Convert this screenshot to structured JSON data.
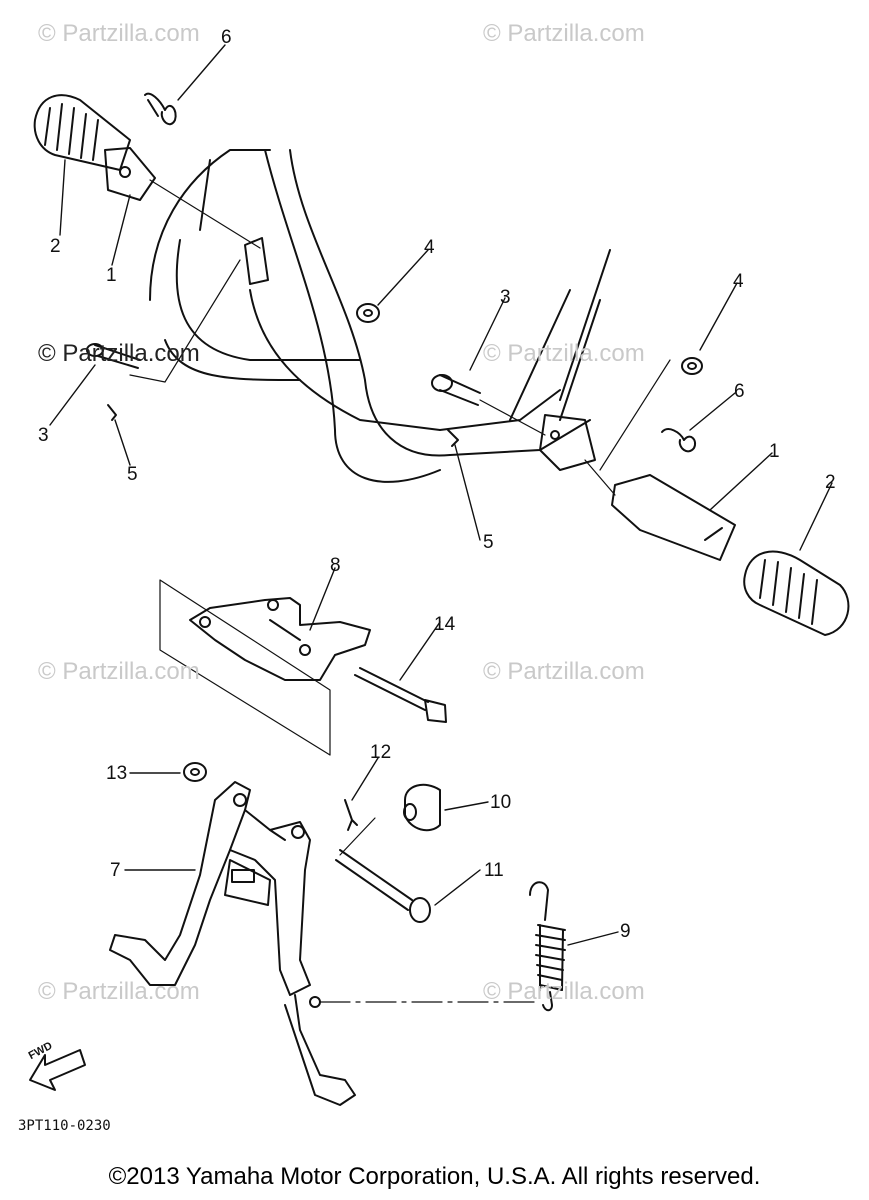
{
  "watermark": "© Partzilla.com",
  "diagram_code": "3PT110-0230",
  "copyright": "©2013 Yamaha Motor Corporation, U.S.A. All rights reserved.",
  "fwd_label": "FWD",
  "callouts": {
    "c1a": "1",
    "c1b": "1",
    "c2a": "2",
    "c2b": "2",
    "c3a": "3",
    "c3b": "3",
    "c4a": "4",
    "c4b": "4",
    "c5a": "5",
    "c5b": "5",
    "c6a": "6",
    "c6b": "6",
    "c7": "7",
    "c8": "8",
    "c9": "9",
    "c10": "10",
    "c11": "11",
    "c12": "12",
    "c13": "13",
    "c14": "14"
  }
}
